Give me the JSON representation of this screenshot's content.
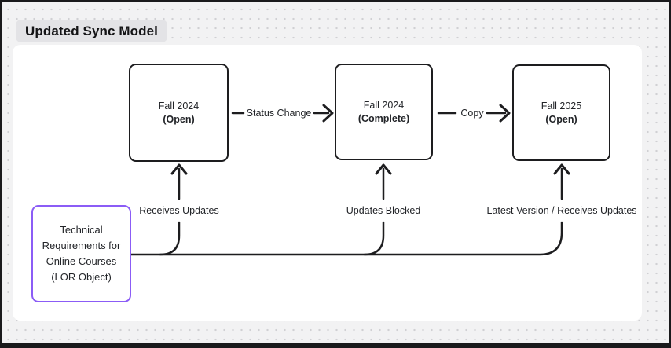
{
  "title": "Updated Sync Model",
  "nodes": [
    {
      "line1": "Fall 2024",
      "line2": "(Open)"
    },
    {
      "line1": "Fall 2024",
      "line2": "(Complete)"
    },
    {
      "line1": "Fall 2025",
      "line2": "(Open)"
    }
  ],
  "source_node": {
    "lines": [
      "Technical",
      "Requirements for",
      "Online Courses",
      "(LOR Object)"
    ]
  },
  "edge_labels": {
    "status_change": "Status Change",
    "copy": "Copy",
    "receives_updates": "Receives Updates",
    "updates_blocked": "Updates Blocked",
    "latest_version": "Latest Version / Receives Updates"
  },
  "colors": {
    "stroke": "#1d1d1f",
    "source_border": "#8b5cf6",
    "canvas_bg": "#ffffff",
    "board_bg": "#f2f2f3",
    "title_pill_bg": "#e3e3e6"
  }
}
